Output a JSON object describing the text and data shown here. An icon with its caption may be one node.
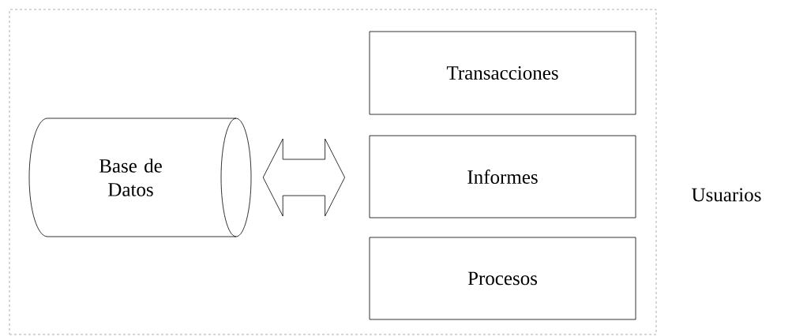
{
  "diagram": {
    "nodes": [
      {
        "text": [],
        "shape": "box"
      },
      {
        "text": [
          "Base de Datos"
        ],
        "in": 0
      },
      {
        "text": [
          "Transacciones"
        ],
        "in": 0
      },
      {
        "text": [
          "Informes"
        ],
        "in": 0
      },
      {
        "text": [
          "Procesos"
        ],
        "in": 0
      }
    ],
    "edges": [
      {
        "from": 1,
        "to": 3,
        "arrow": "both"
      }
    ],
    "labels": [
      "Usuarios"
    ]
  }
}
